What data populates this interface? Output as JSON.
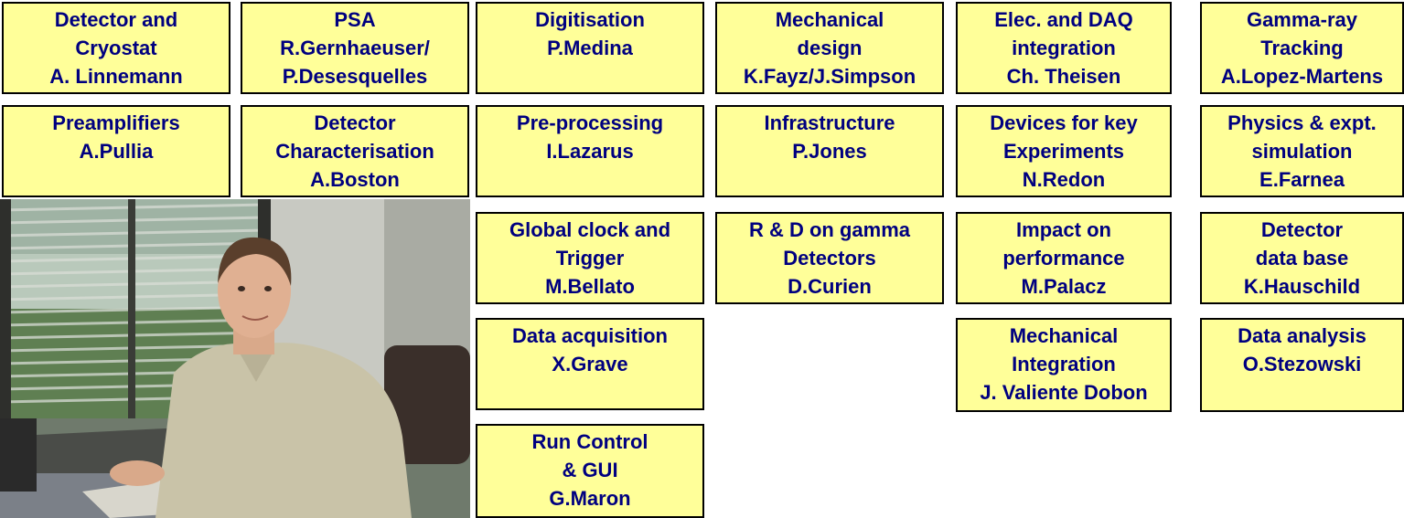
{
  "boxes": [
    {
      "id": "detector-cryostat",
      "col": 1,
      "row": 1,
      "lines": [
        "Detector and",
        "Cryostat",
        "A. Linnemann"
      ]
    },
    {
      "id": "psa",
      "col": 2,
      "row": 1,
      "lines": [
        "PSA",
        "R.Gernhaeuser/",
        "P.Desesquelles"
      ]
    },
    {
      "id": "digitisation",
      "col": 3,
      "row": 1,
      "lines": [
        "Digitisation",
        "P.Medina"
      ]
    },
    {
      "id": "mechanical-design",
      "col": 4,
      "row": 1,
      "lines": [
        "Mechanical",
        "design",
        "K.Fayz/J.Simpson"
      ]
    },
    {
      "id": "elec-daq-integration",
      "col": 5,
      "row": 1,
      "lines": [
        "Elec. and DAQ",
        "integration",
        "Ch. Theisen"
      ]
    },
    {
      "id": "gamma-ray-tracking",
      "col": 6,
      "row": 1,
      "lines": [
        "Gamma-ray",
        "Tracking",
        "A.Lopez-Martens"
      ]
    },
    {
      "id": "preamplifiers",
      "col": 1,
      "row": 2,
      "lines": [
        "Preamplifiers",
        "A.Pullia"
      ]
    },
    {
      "id": "detector-characterisation",
      "col": 2,
      "row": 2,
      "lines": [
        "Detector",
        "Characterisation",
        "A.Boston"
      ]
    },
    {
      "id": "pre-processing",
      "col": 3,
      "row": 2,
      "lines": [
        "Pre-processing",
        "I.Lazarus"
      ]
    },
    {
      "id": "infrastructure",
      "col": 4,
      "row": 2,
      "lines": [
        "Infrastructure",
        "P.Jones"
      ]
    },
    {
      "id": "devices-key-experiments",
      "col": 5,
      "row": 2,
      "lines": [
        "Devices for key",
        "Experiments",
        "N.Redon"
      ]
    },
    {
      "id": "physics-expt-simulation",
      "col": 6,
      "row": 2,
      "lines": [
        "Physics & expt.",
        "simulation",
        "E.Farnea"
      ]
    },
    {
      "id": "global-clock-trigger",
      "col": 3,
      "row": 3,
      "lines": [
        "Global clock and",
        "Trigger",
        "M.Bellato"
      ]
    },
    {
      "id": "rd-gamma-detectors",
      "col": 4,
      "row": 3,
      "lines": [
        "R & D on gamma",
        "Detectors",
        "D.Curien"
      ]
    },
    {
      "id": "impact-on-performance",
      "col": 5,
      "row": 3,
      "lines": [
        "Impact on",
        "performance",
        "M.Palacz"
      ]
    },
    {
      "id": "detector-data-base",
      "col": 6,
      "row": 3,
      "lines": [
        "Detector",
        "data base",
        "K.Hauschild"
      ]
    },
    {
      "id": "data-acquisition",
      "col": 3,
      "row": 4,
      "lines": [
        "Data acquisition",
        "X.Grave"
      ]
    },
    {
      "id": "mechanical-integration",
      "col": 5,
      "row": 4,
      "lines": [
        "Mechanical",
        "Integration",
        "J. Valiente Dobon"
      ]
    },
    {
      "id": "data-analysis",
      "col": 6,
      "row": 4,
      "lines": [
        "Data analysis",
        "O.Stezowski"
      ]
    },
    {
      "id": "run-control-gui",
      "col": 3,
      "row": 5,
      "lines": [
        "Run Control",
        "& GUI",
        "G.Maron"
      ]
    }
  ],
  "colors": {
    "box_fill": "#ffff99",
    "box_border": "#000000",
    "text": "#000080"
  }
}
